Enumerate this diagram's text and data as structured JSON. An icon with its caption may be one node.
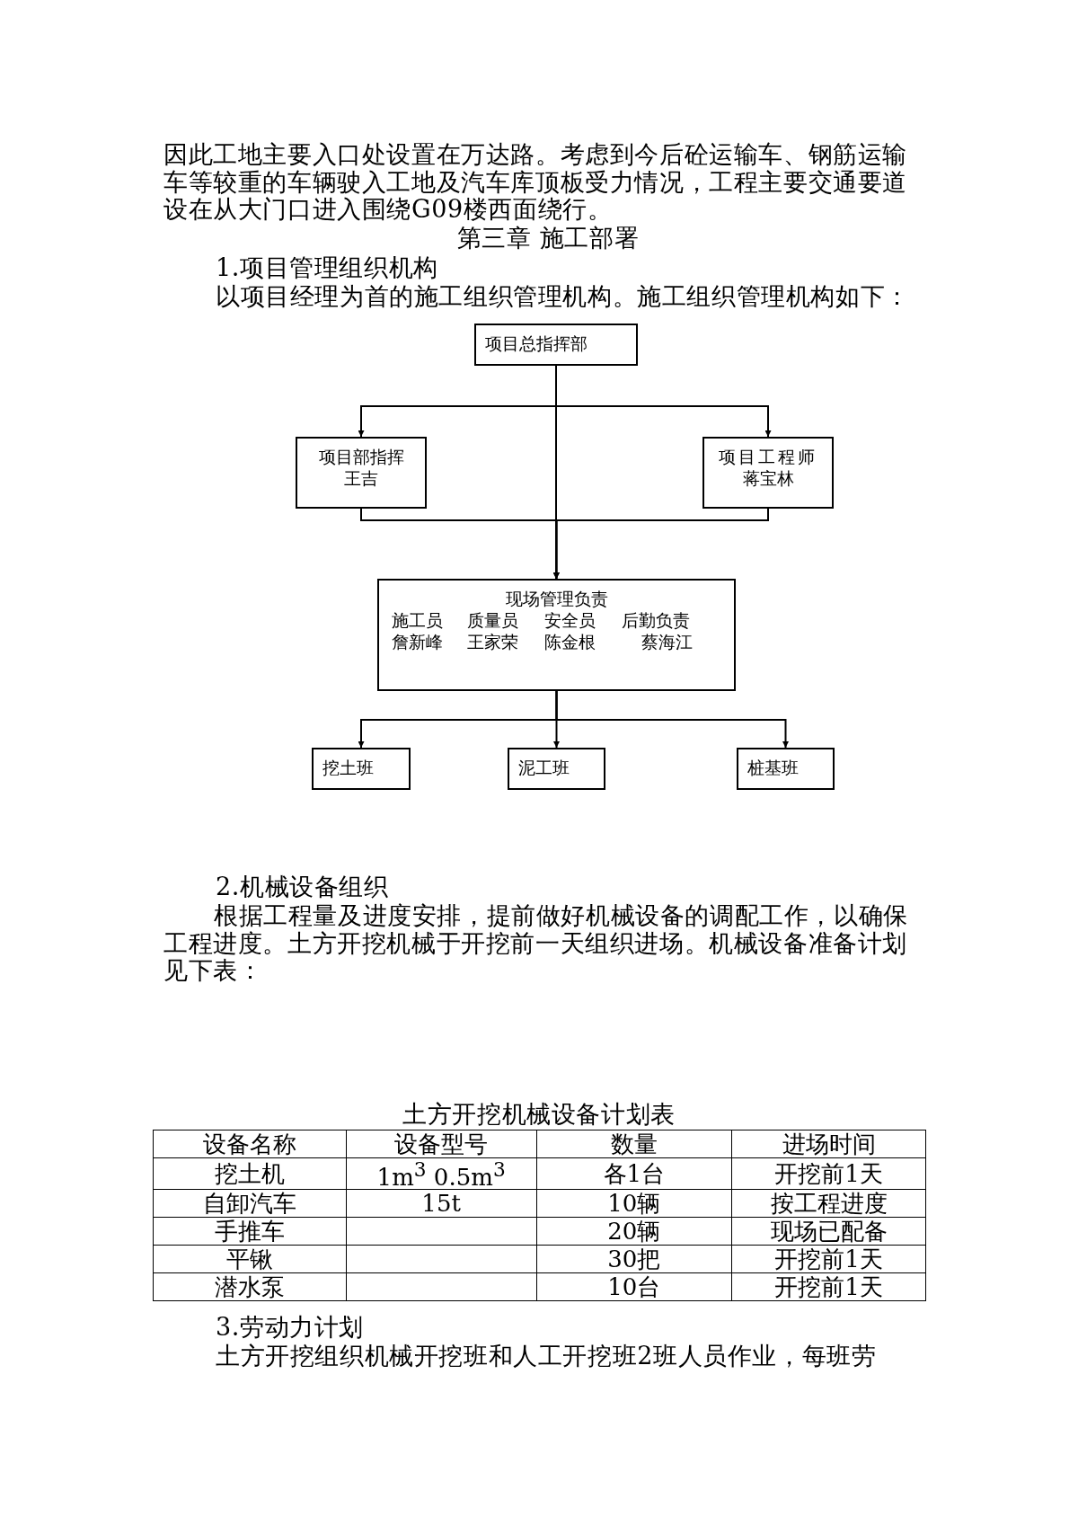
{
  "diagram": {
    "nodes": [
      {
        "text": [
          "项目总指挥部"
        ]
      },
      {
        "text": [
          "项目部指挥",
          "王吉"
        ]
      },
      {
        "text": [
          "项目工程师",
          "蒋宝林"
        ]
      },
      {
        "text": [
          "现场管理负责",
          "施工员",
          "质量员",
          "安全员",
          "后勤负责",
          "詹新峰",
          "王家荣",
          "陈金根",
          "蔡海江"
        ]
      },
      {
        "text": [
          "挖土班"
        ]
      },
      {
        "text": [
          "泥工班"
        ]
      },
      {
        "text": [
          "桩基班"
        ]
      }
    ],
    "edges": [
      {
        "from": 0,
        "to": 1,
        "arrow": "to"
      },
      {
        "from": 0,
        "to": 2,
        "arrow": "to"
      },
      {
        "from": 0,
        "to": 3,
        "arrow": "to"
      },
      {
        "from": 1,
        "to": 3,
        "arrow": "to"
      },
      {
        "from": 2,
        "to": 3,
        "arrow": "to"
      },
      {
        "from": 3,
        "to": 4,
        "arrow": "to"
      },
      {
        "from": 3,
        "to": 5,
        "arrow": "to"
      },
      {
        "from": 3,
        "to": 6,
        "arrow": "to"
      }
    ],
    "labels": [
      "因此工地主要入口处设置在万达路。考虑到今后砼运输车、钢筋运输车等较重的车辆驶入工地及汽车库顶板受力情况，工程主要交通要道设在从大门口进入围绕G09楼西面绕行。",
      "第三章 施工部署",
      "1.项目管理组织机构",
      "以项目经理为首的施工组织管理机构。施工组织管理机构如下：",
      "2.机械设备组织",
      "根据工程量及进度安排，提前做好机械设备的调配工作，以确保工程进度。土方开挖机械于开挖前一天组织进场。机械设备准备计划见下表：",
      "土方开挖机械设备计划表",
      "设备名称",
      "设备型号",
      "数量",
      "进场时间",
      "挖土机",
      "1m$^{3}$ 0.5m$^{3}$",
      "各1台",
      "开挖前1天",
      "自卸汽车",
      "15t",
      "10辆",
      "按工程进度",
      "手推车",
      "20辆",
      "现场已配备",
      "平锹",
      "30把",
      "开挖前1天",
      "潜水泵",
      "10台",
      "开挖前1天",
      "3.劳动力计划",
      "土方开挖组织机械开挖班和人工开挖班2班人员作业，每班劳"
    ]
  }
}
